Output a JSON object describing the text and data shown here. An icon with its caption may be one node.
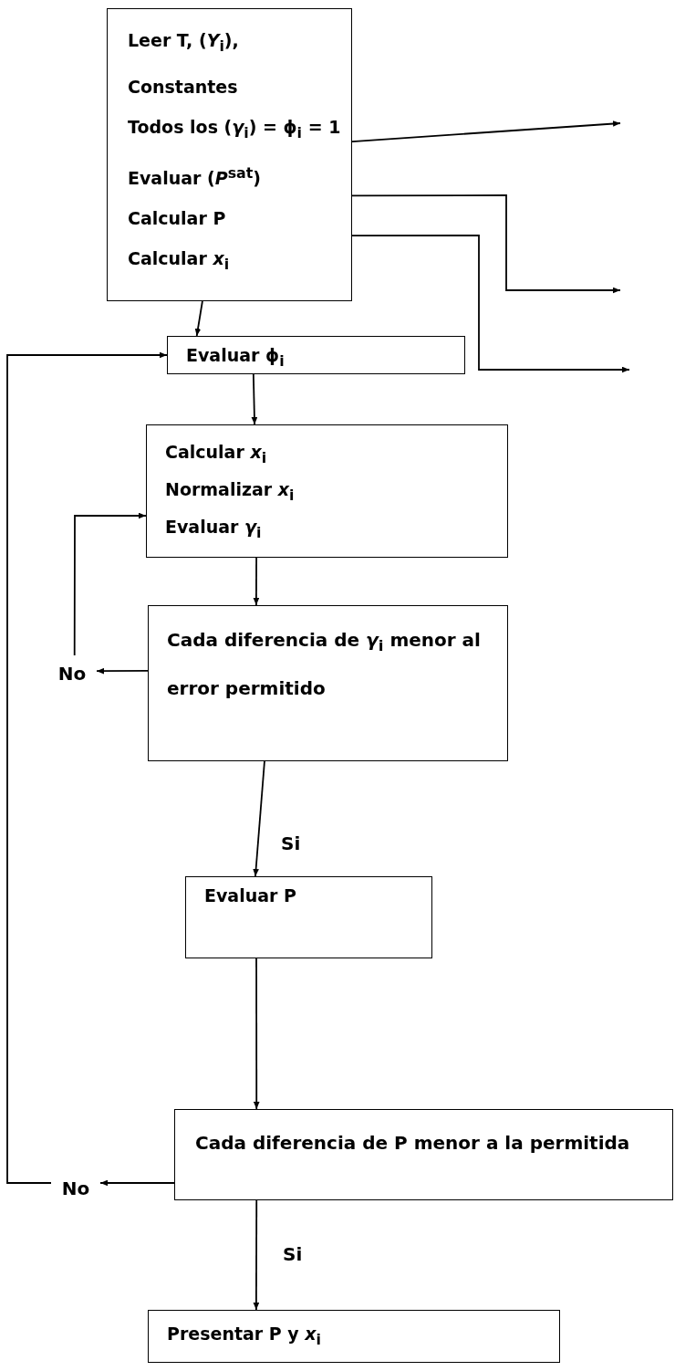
{
  "diagram": {
    "nodes": [
      {
        "text": [
          "Leer T, (*Y*$_{i}$),",
          "Constantes",
          "Todos los (*γ*$_{i}$) = ϕ$_{i}$ = 1",
          "Evaluar (*P*$^{sat}$)",
          "Calcular P",
          "Calcular *x*$_{i}$"
        ]
      },
      {
        "text": [
          "Evaluar ϕ$_{i}$"
        ]
      },
      {
        "text": [
          "Calcular *x*$_{i}$",
          "Normalizar *x*$_{i}$",
          "Evaluar *γ*$_{i}$"
        ]
      },
      {
        "text": [
          "Cada diferencia de *γ*$_{i}$ menor al error permitido"
        ]
      },
      {
        "text": [
          "No"
        ]
      },
      {
        "text": [
          "Evaluar P"
        ]
      },
      {
        "text": [
          "Cada diferencia de P menor a la permitida"
        ]
      },
      {
        "text": [
          "No"
        ]
      },
      {
        "text": [
          "Presentar P y *x*$_{i}$"
        ]
      }
    ],
    "edges": [
      {
        "from": 0,
        "to": 1,
        "arrow": "to"
      },
      {
        "from": 1,
        "to": 2,
        "arrow": "to"
      },
      {
        "from": 2,
        "to": 3,
        "arrow": "to"
      },
      {
        "from": 3,
        "to": 4,
        "arrow": "to"
      },
      {
        "from": 4,
        "to": 2,
        "arrow": "to"
      },
      {
        "from": 3,
        "to": 5,
        "arrow": "to",
        "label": "Si"
      },
      {
        "from": 5,
        "to": 6,
        "arrow": "to"
      },
      {
        "from": 6,
        "to": 7,
        "arrow": "to"
      },
      {
        "from": 7,
        "to": 1,
        "arrow": "to"
      },
      {
        "from": 6,
        "to": 8,
        "arrow": "to",
        "label": "Si"
      },
      {
        "from": 0,
        "to": null,
        "arrow": "to"
      },
      {
        "from": 0,
        "to": null,
        "arrow": "to"
      },
      {
        "from": 0,
        "to": null,
        "arrow": "to"
      }
    ]
  }
}
